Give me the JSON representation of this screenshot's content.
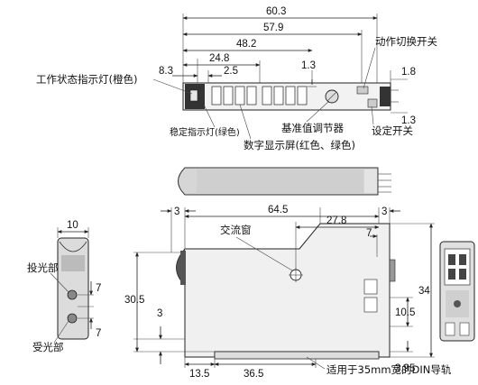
{
  "top_view": {
    "dims": {
      "overall_length": "60.3",
      "length_2": "57.9",
      "length_3": "48.2",
      "display_offset": "24.8",
      "left_offset": "8.3",
      "small_offset": "2.5",
      "height_offset": "1.3",
      "right_offset_top": "1.8",
      "right_offset_bottom": "1.3"
    },
    "labels": {
      "mode_switch": "动作切换开关",
      "work_indicator": "工作状态指示灯(橙色)",
      "reference_adjuster": "基准值调节器",
      "set_switch": "设定开关",
      "stable_indicator": "稳定指示灯(绿色)",
      "digital_display": "数字显示屏(红色、绿色)"
    }
  },
  "front_view": {
    "dims": {
      "left_width": "10",
      "left_gap": "3",
      "length_main": "64.5",
      "length_upper": "27.8",
      "right_gap": "3",
      "window_offset": "7",
      "height_total": "30.5",
      "height_small": "3",
      "height_right": "34",
      "height_mid": "10.5",
      "bottom_left": "13.5",
      "bottom_mid": "36.5",
      "bottom_right": "3.95",
      "emitter_offset": "7",
      "receiver_offset": "7"
    },
    "labels": {
      "window": "交流窗",
      "emitter": "投光部",
      "receiver": "受光部",
      "din_rail": "适用于35mm宽的DIN导轨"
    }
  }
}
